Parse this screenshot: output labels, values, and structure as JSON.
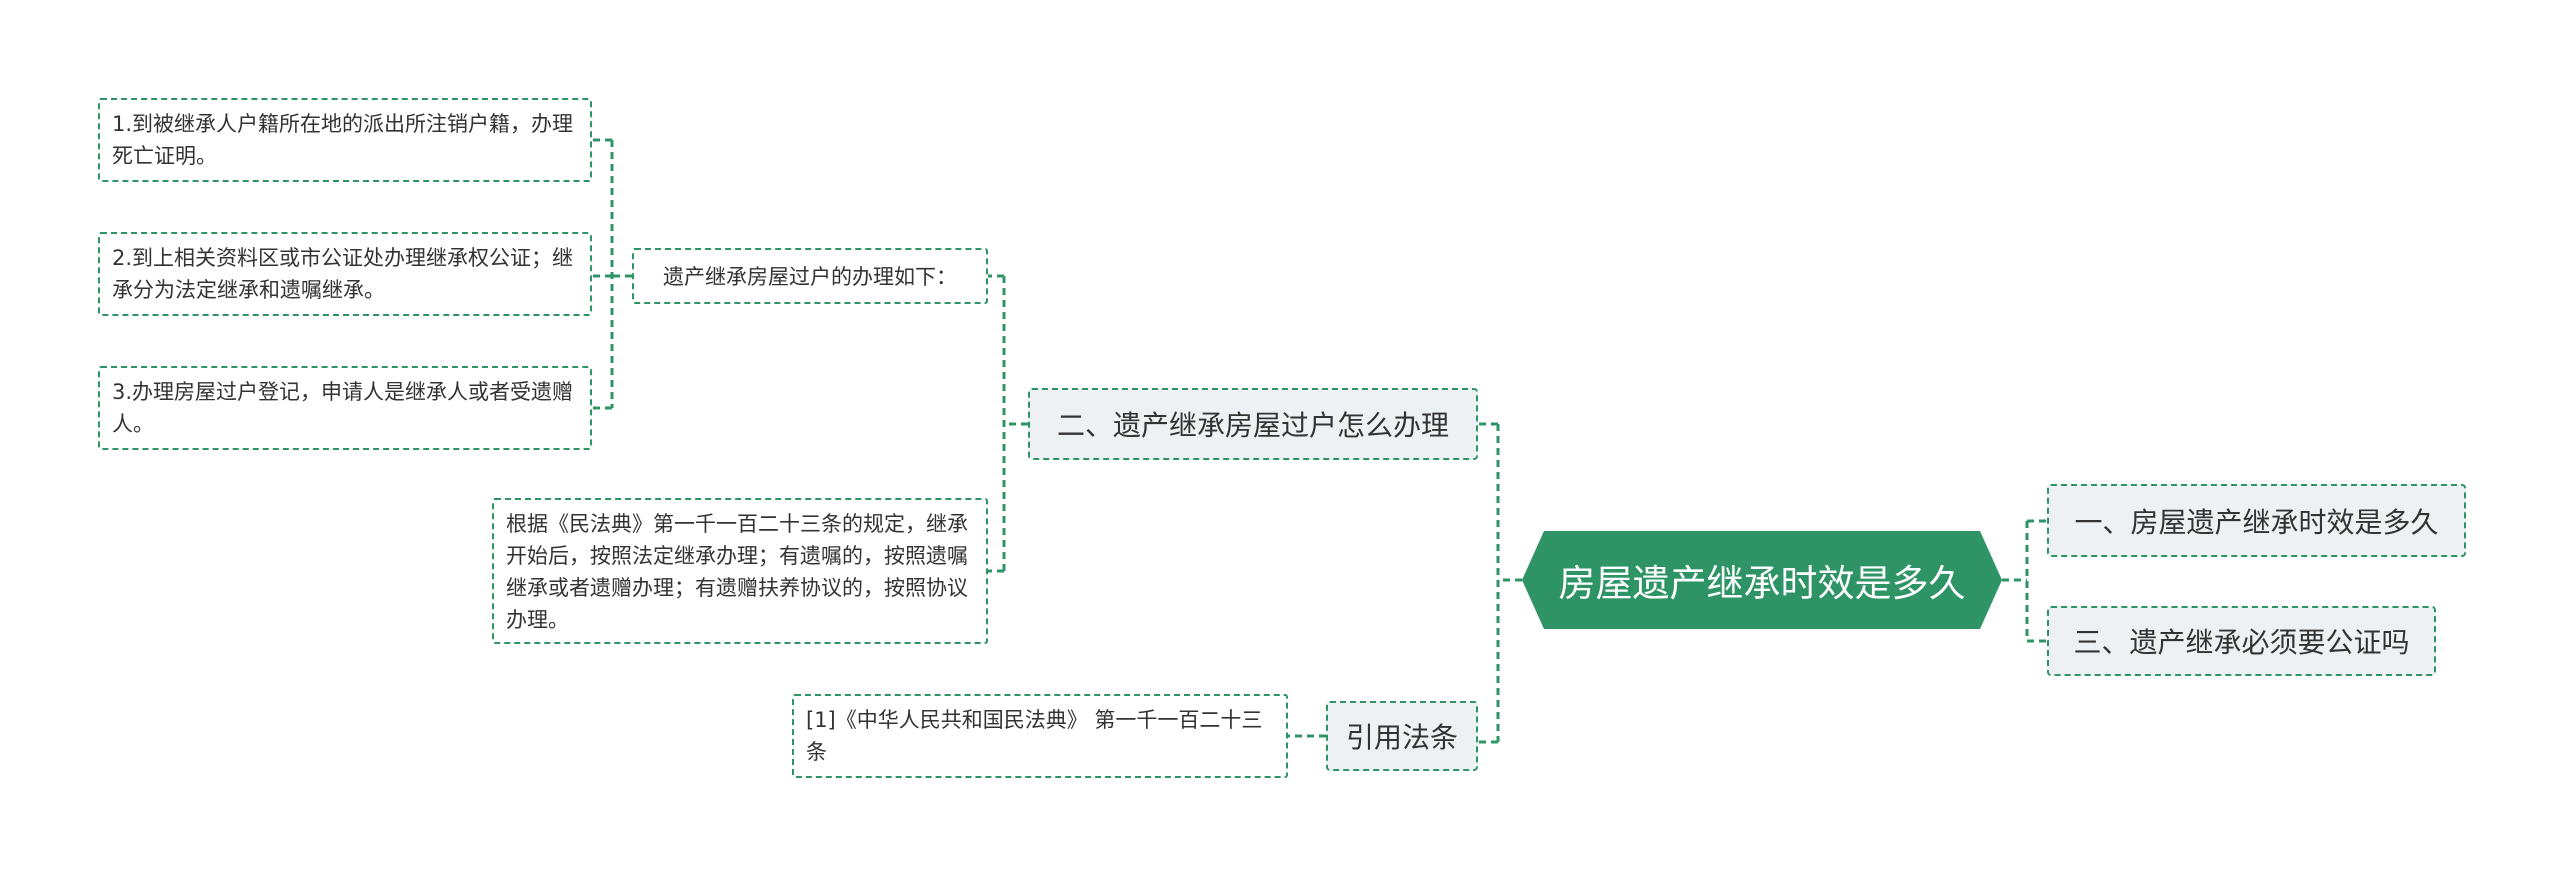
{
  "root": {
    "label": "房屋遗产继承时效是多久"
  },
  "right": [
    {
      "label": "一、房屋遗产继承时效是多久"
    },
    {
      "label": "三、遗产继承必须要公证吗"
    }
  ],
  "branch_two": {
    "label": "二、遗产继承房屋过户怎么办理",
    "procedure": {
      "label": "遗产继承房屋过户的办理如下：",
      "steps": [
        "1.到被继承人户籍所在地的派出所注销户籍，办理死亡证明。",
        "2.到上相关资料区或市公证处办理继承权公证；继承分为法定继承和遗嘱继承。",
        "3.办理房屋过户登记，申请人是继承人或者受遗赠人。"
      ]
    },
    "law_note": "根据《民法典》第一千一百二十三条的规定，继承开始后，按照法定继承办理；有遗嘱的，按照遗嘱继承或者遗赠办理；有遗赠扶养协议的，按照协议办理。"
  },
  "citation": {
    "label": "引用法条",
    "ref": "[1]《中华人民共和国民法典》 第一千一百二十三条"
  },
  "colors": {
    "accent": "#2e9465",
    "sub_bg": "#eef1f4"
  }
}
